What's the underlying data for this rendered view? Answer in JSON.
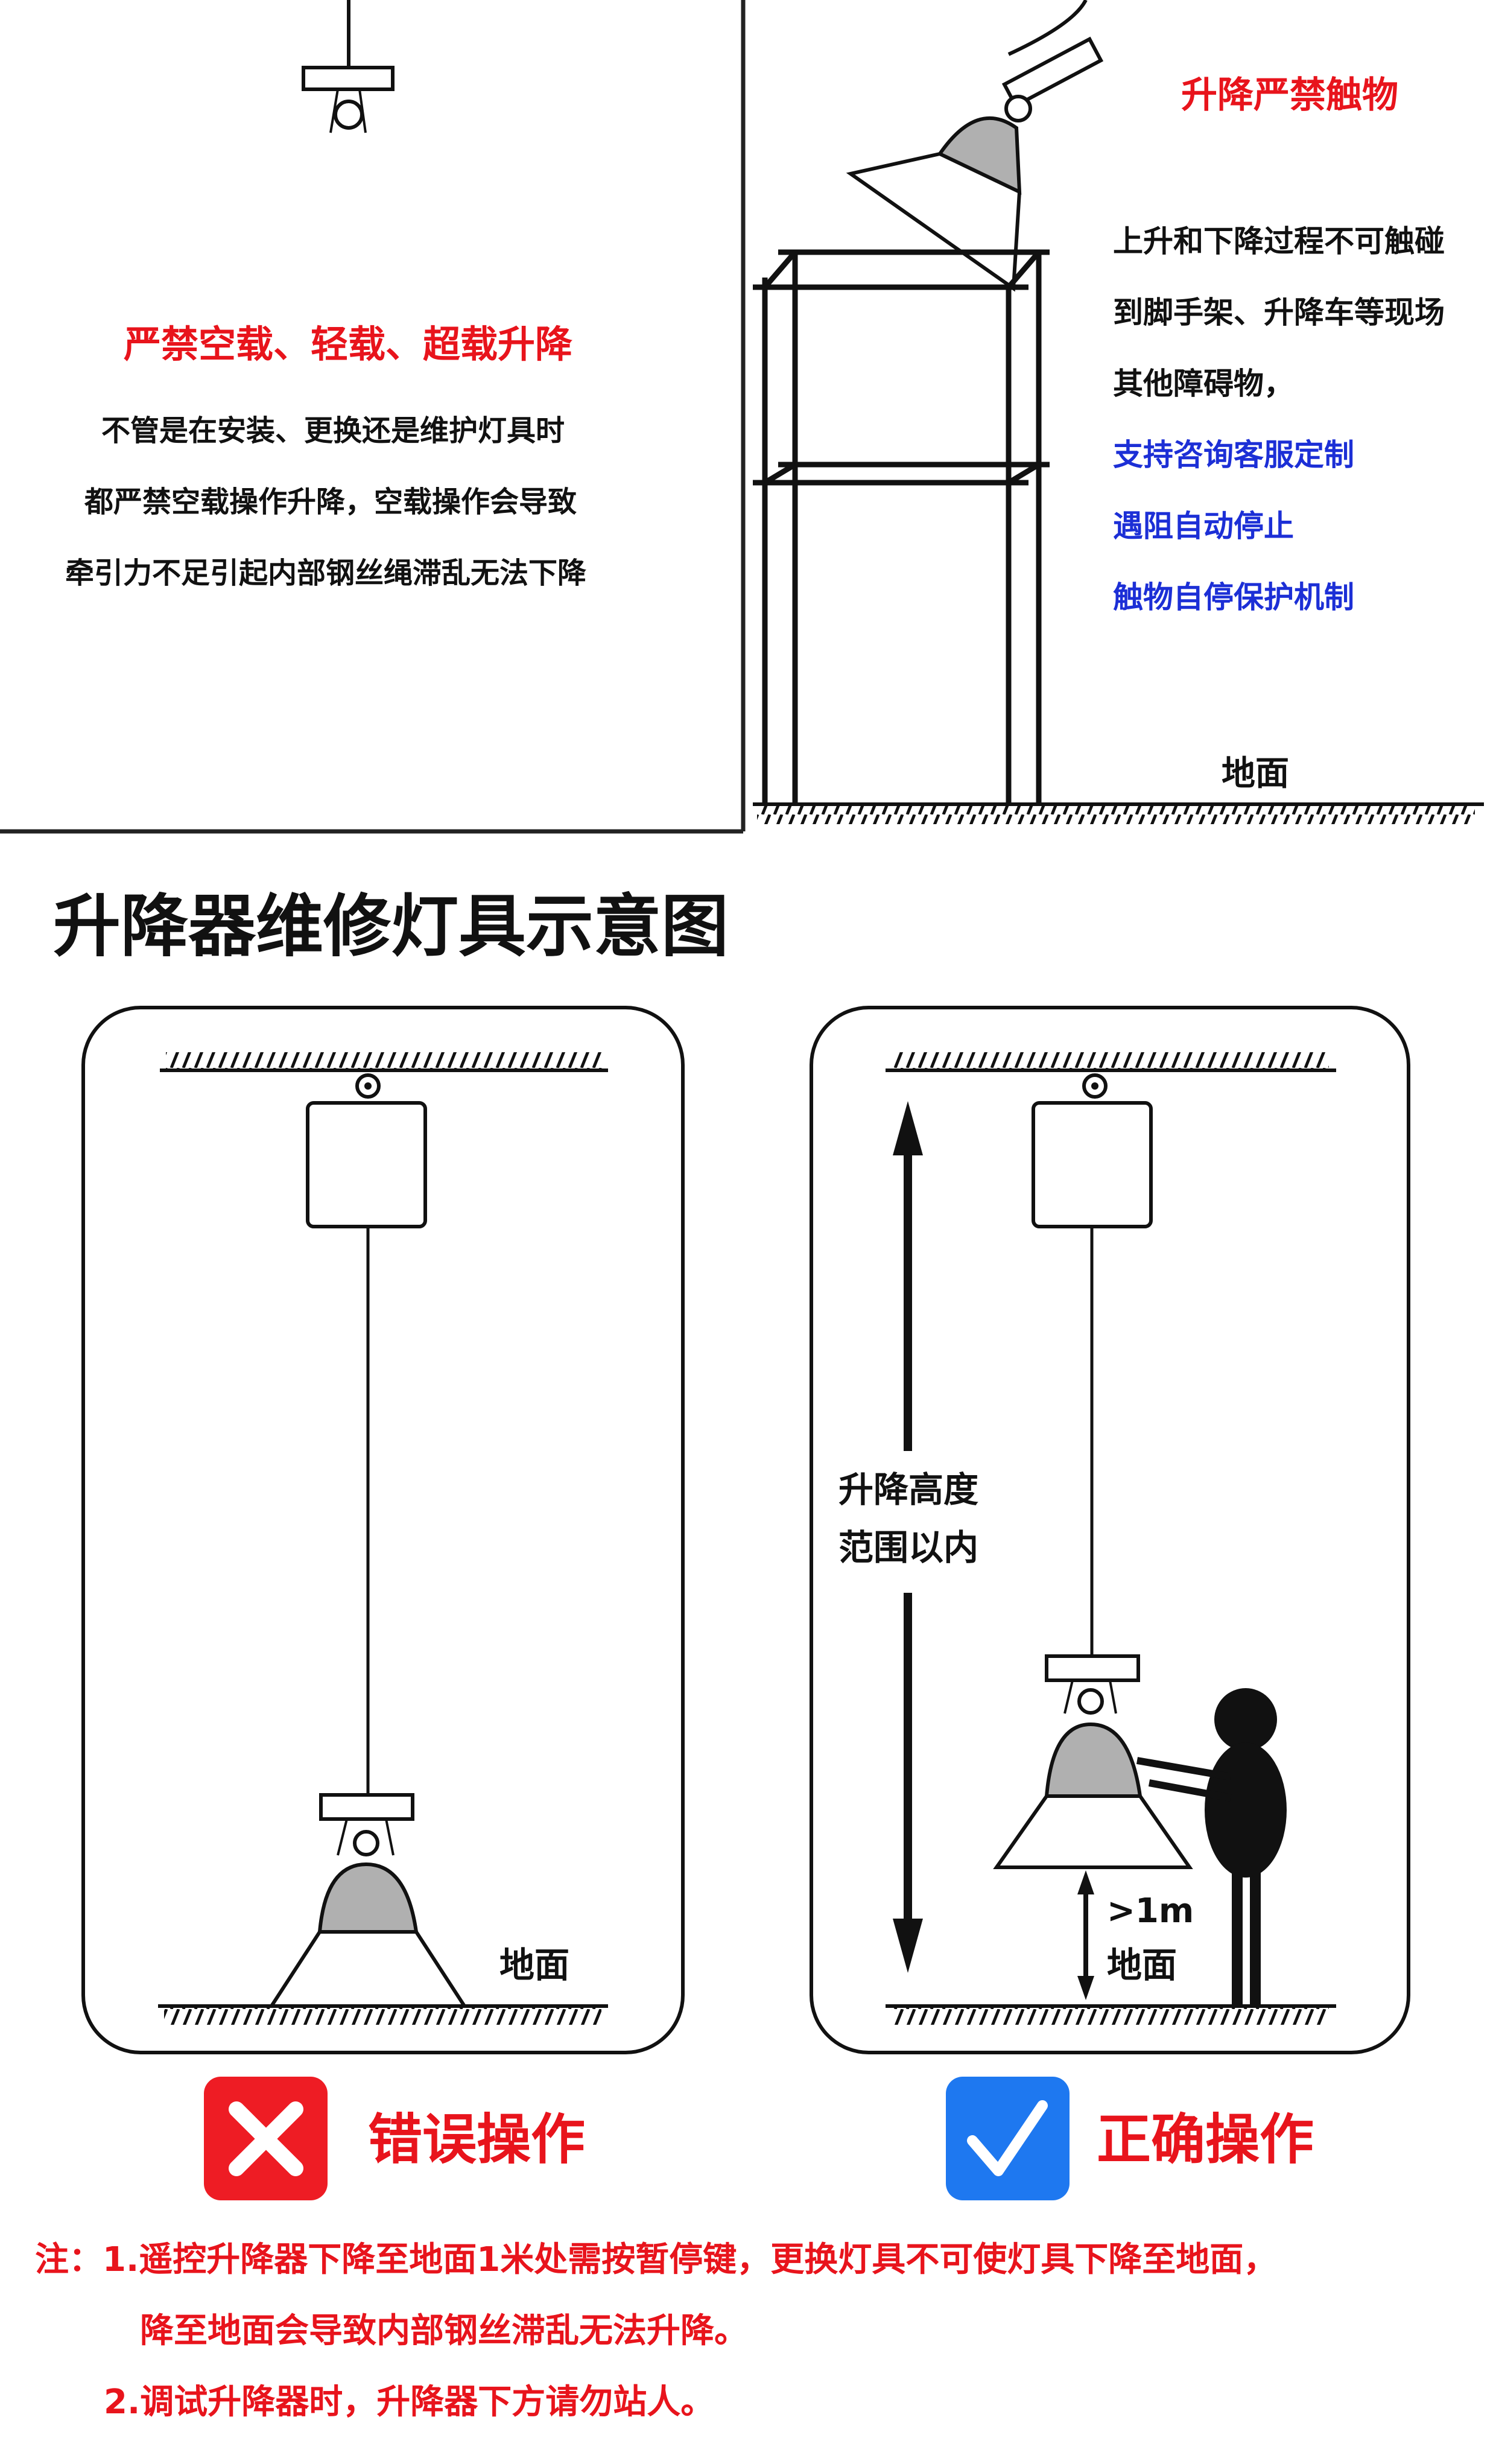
{
  "top_left": {
    "heading": "严禁空载、轻载、超载升降",
    "lines": [
      "不管是在安装、更换还是维护灯具时",
      "都严禁空载操作升降，空载操作会导致",
      "牵引力不足引起内部钢丝绳滞乱无法下降"
    ]
  },
  "top_right": {
    "heading": "升降严禁触物",
    "lines": [
      "上升和下降过程不可触碰",
      "到脚手架、升降车等现场",
      "其他障碍物，"
    ],
    "blue_lines": [
      "支持咨询客服定制",
      "遇阻自动停止",
      "触物自停保护机制"
    ],
    "ground_label": "地面"
  },
  "section_title": "升降器维修灯具示意图",
  "wrong_panel": {
    "ground_label": "地面",
    "badge_label": "错误操作"
  },
  "right_panel": {
    "range_line1": "升降高度",
    "range_line2": "范围以内",
    "distance_label": ">1m",
    "ground_label": "地面",
    "badge_label": "正确操作"
  },
  "notes": {
    "line1": "注：1.遥控升降器下降至地面1米处需按暂停键，更换灯具不可使灯具下降至地面，",
    "line2": "降至地面会导致内部钢丝滞乱无法升降。",
    "line3": "2.调试升降器时，升降器下方请勿站人。"
  },
  "colors": {
    "red": "#e8141c",
    "blue": "#1c2fd6",
    "badge_red": "#ee1c24",
    "badge_blue": "#1e78f0",
    "gray": "#b0b0b0"
  },
  "icons": {
    "wrong": "cross-icon",
    "right": "check-icon"
  }
}
